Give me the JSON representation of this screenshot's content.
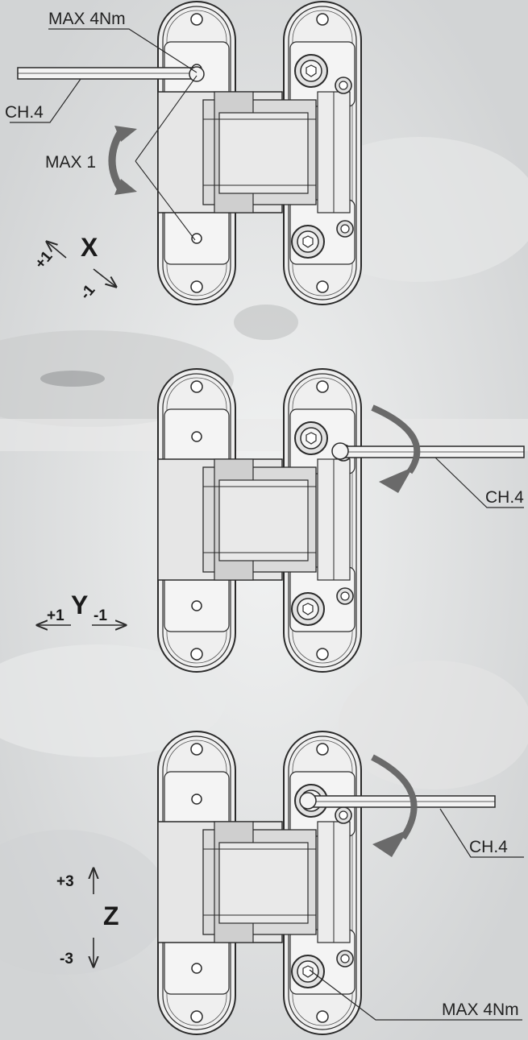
{
  "labels": {
    "torque_top": "MAX 4Nm",
    "wrench_top": "CH.4",
    "max_turn": "MAX 1",
    "wrench_middle": "CH.4",
    "wrench_bottom": "CH.4",
    "torque_bottom": "MAX 4Nm"
  },
  "axes": {
    "x": {
      "name": "X",
      "plus": "+1",
      "minus": "-1"
    },
    "y": {
      "name": "Y",
      "plus": "+1",
      "minus": "-1"
    },
    "z": {
      "name": "Z",
      "plus": "+3",
      "minus": "-3"
    }
  },
  "colors": {
    "line": "#2a2a2a",
    "arrow_fill": "#6a6a6a",
    "hinge_fill": "#ededed",
    "background": "#dcdedf"
  }
}
